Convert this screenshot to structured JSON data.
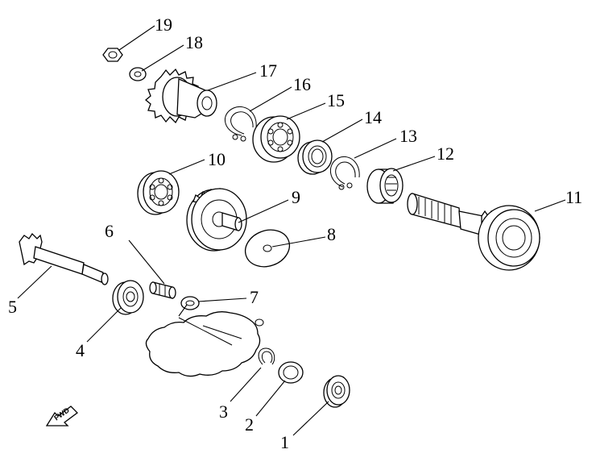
{
  "diagram": {
    "fwd_label": "FWD",
    "callouts": [
      {
        "id": "1",
        "text": "1"
      },
      {
        "id": "2",
        "text": "2"
      },
      {
        "id": "3",
        "text": "3"
      },
      {
        "id": "4",
        "text": "4"
      },
      {
        "id": "5",
        "text": "5"
      },
      {
        "id": "6",
        "text": "6"
      },
      {
        "id": "7",
        "text": "7"
      },
      {
        "id": "8",
        "text": "8"
      },
      {
        "id": "9",
        "text": "9"
      },
      {
        "id": "10",
        "text": "10"
      },
      {
        "id": "11",
        "text": "11"
      },
      {
        "id": "12",
        "text": "12"
      },
      {
        "id": "13",
        "text": "13"
      },
      {
        "id": "14",
        "text": "14"
      },
      {
        "id": "15",
        "text": "15"
      },
      {
        "id": "16",
        "text": "16"
      },
      {
        "id": "17",
        "text": "17"
      },
      {
        "id": "18",
        "text": "18"
      },
      {
        "id": "19",
        "text": "19"
      }
    ]
  }
}
